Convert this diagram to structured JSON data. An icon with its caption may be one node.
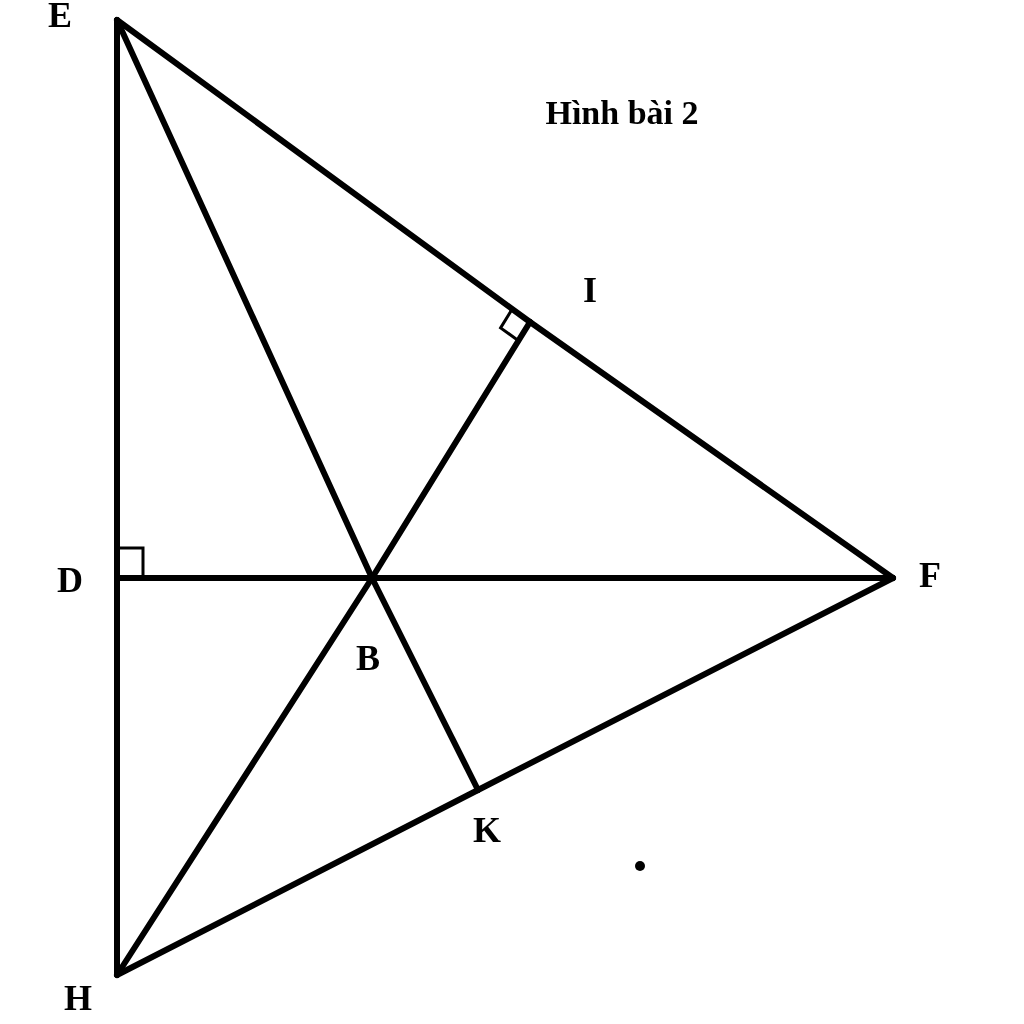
{
  "diagram": {
    "title": "Hình bài 2",
    "nodes": [
      {
        "text": [
          "E"
        ]
      },
      {
        "text": [
          "D"
        ]
      },
      {
        "text": [
          "H"
        ]
      },
      {
        "text": [
          "F"
        ]
      },
      {
        "text": [
          "I"
        ]
      },
      {
        "text": [
          "B"
        ]
      },
      {
        "text": [
          "K"
        ]
      }
    ],
    "edges": [
      {
        "from": 0,
        "to": 1,
        "arrow": "none"
      },
      {
        "from": 1,
        "to": 2,
        "arrow": "none"
      },
      {
        "from": 0,
        "to": 4,
        "arrow": "none"
      },
      {
        "from": 4,
        "to": 3,
        "arrow": "none"
      },
      {
        "from": 1,
        "to": 5,
        "arrow": "none"
      },
      {
        "from": 5,
        "to": 3,
        "arrow": "none"
      },
      {
        "from": 0,
        "to": 5,
        "arrow": "none"
      },
      {
        "from": 5,
        "to": 6,
        "arrow": "none"
      },
      {
        "from": 2,
        "to": 5,
        "arrow": "none"
      },
      {
        "from": 5,
        "to": 4,
        "arrow": "none"
      },
      {
        "from": 2,
        "to": 6,
        "arrow": "none"
      },
      {
        "from": 6,
        "to": 3,
        "arrow": "none"
      }
    ]
  }
}
